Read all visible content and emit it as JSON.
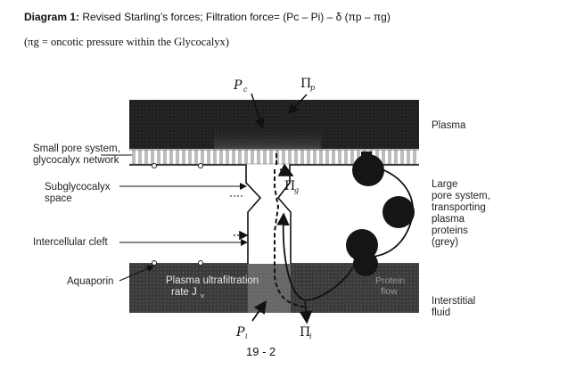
{
  "heading": {
    "label": "Diagram 1:",
    "text": "Revised Starling’s forces; Filtration force= (Pc – Pi) – δ (πp – πg)"
  },
  "note": "(πg = oncotic pressure within the Glycocalyx)",
  "labels": {
    "plasma": "Plasma",
    "small_pore": "Small pore system,",
    "glycocalyx_network": "glycocalyx network",
    "subglycocalyx_1": "Subglycocalyx",
    "subglycocalyx_2": "space",
    "intercellular_cleft": "Intercellular cleft",
    "aquaporin": "Aquaporin",
    "ultrafiltration_1": "Plasma ultrafiltration",
    "ultrafiltration_2": "rate J",
    "ultrafiltration_sub": "v",
    "large_pore_1": "Large",
    "large_pore_2": "pore system,",
    "large_pore_3": "transporting",
    "large_pore_4": "plasma",
    "large_pore_5": "proteins",
    "large_pore_6": "(grey)",
    "protein_flow_1": "Protein",
    "protein_flow_2": "flow",
    "interstitial_1": "Interstitial",
    "interstitial_2": "fluid"
  },
  "symbols": {
    "pc": "P",
    "pc_sub": "c",
    "pi_p": "Π",
    "pi_p_sub": "p",
    "pi_g": "Π",
    "pi_g_sub": "g",
    "p_i": "P",
    "p_i_sub": "i",
    "pi_i": "Π",
    "pi_i_sub": "i"
  },
  "figure_number": "19 - 2",
  "colors": {
    "endothelium": "#1c1c1c",
    "interstitium": "#3a3a3a",
    "glycocalyx": "#bdbdbd",
    "protein": "#151515"
  }
}
